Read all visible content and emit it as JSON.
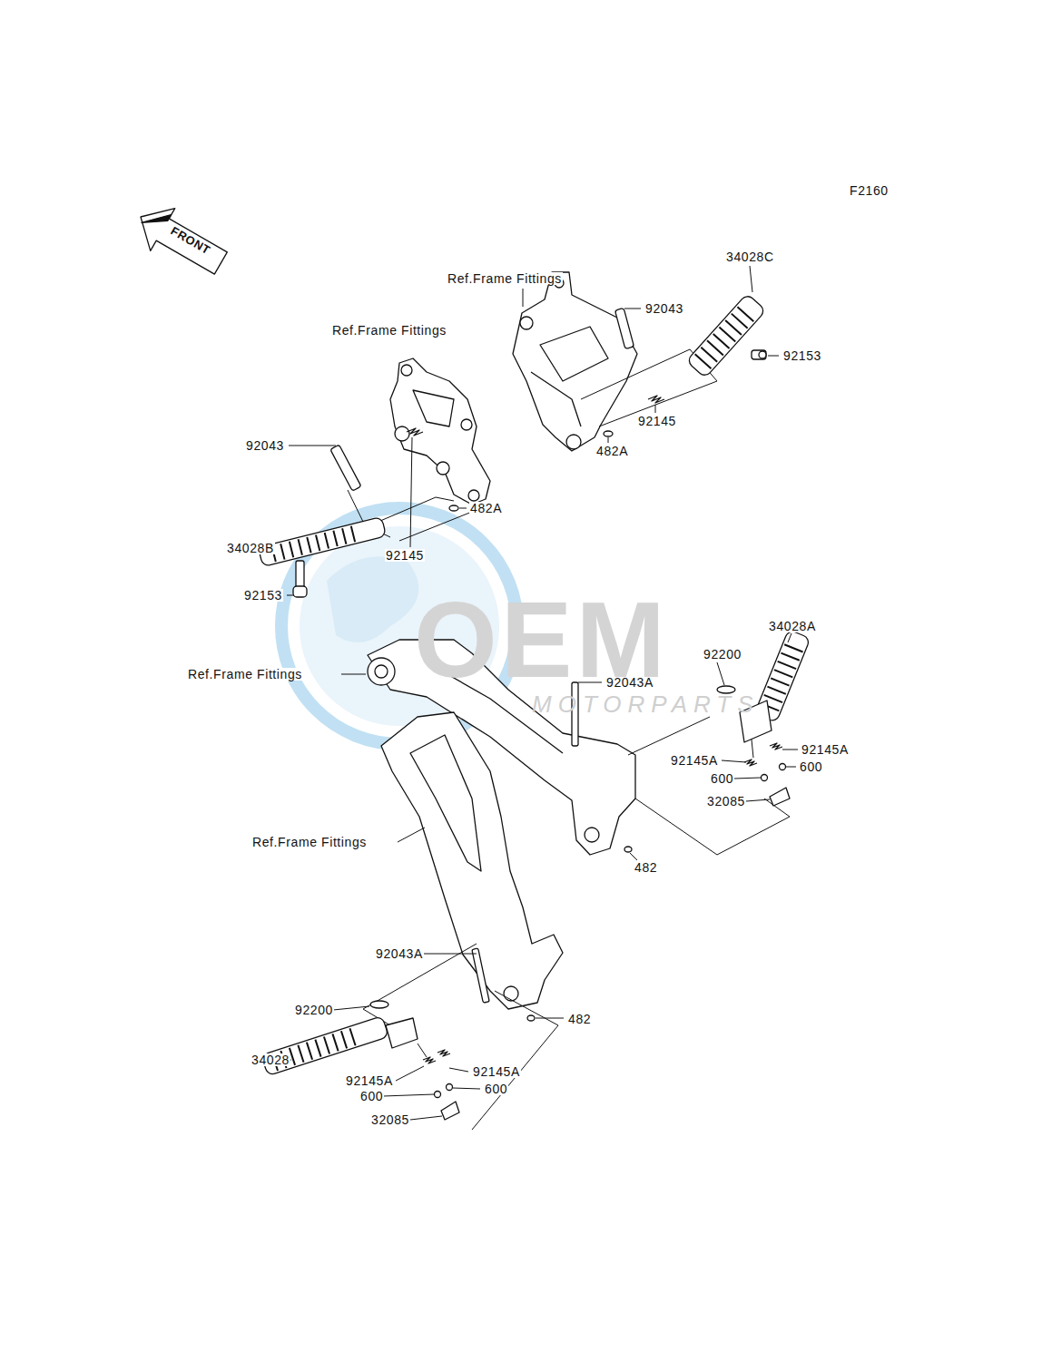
{
  "diagram": {
    "labels": [
      "F2160",
      "FRONT",
      "Ref.Frame Fittings",
      "34028C",
      "92043",
      "92153",
      "Ref.Frame Fittings",
      "92145",
      "92043",
      "482A",
      "482A",
      "34028B",
      "92145",
      "92153",
      "34028A",
      "92200",
      "Ref.Frame Fittings",
      "92043A",
      "92145A",
      "92145A",
      "600",
      "600",
      "32085",
      "482",
      "Ref.Frame Fittings",
      "92043A",
      "482",
      "92200",
      "34028",
      "92145A",
      "92145A",
      "600",
      "600",
      "32085",
      "OEM",
      "MOTORPARTS"
    ]
  }
}
